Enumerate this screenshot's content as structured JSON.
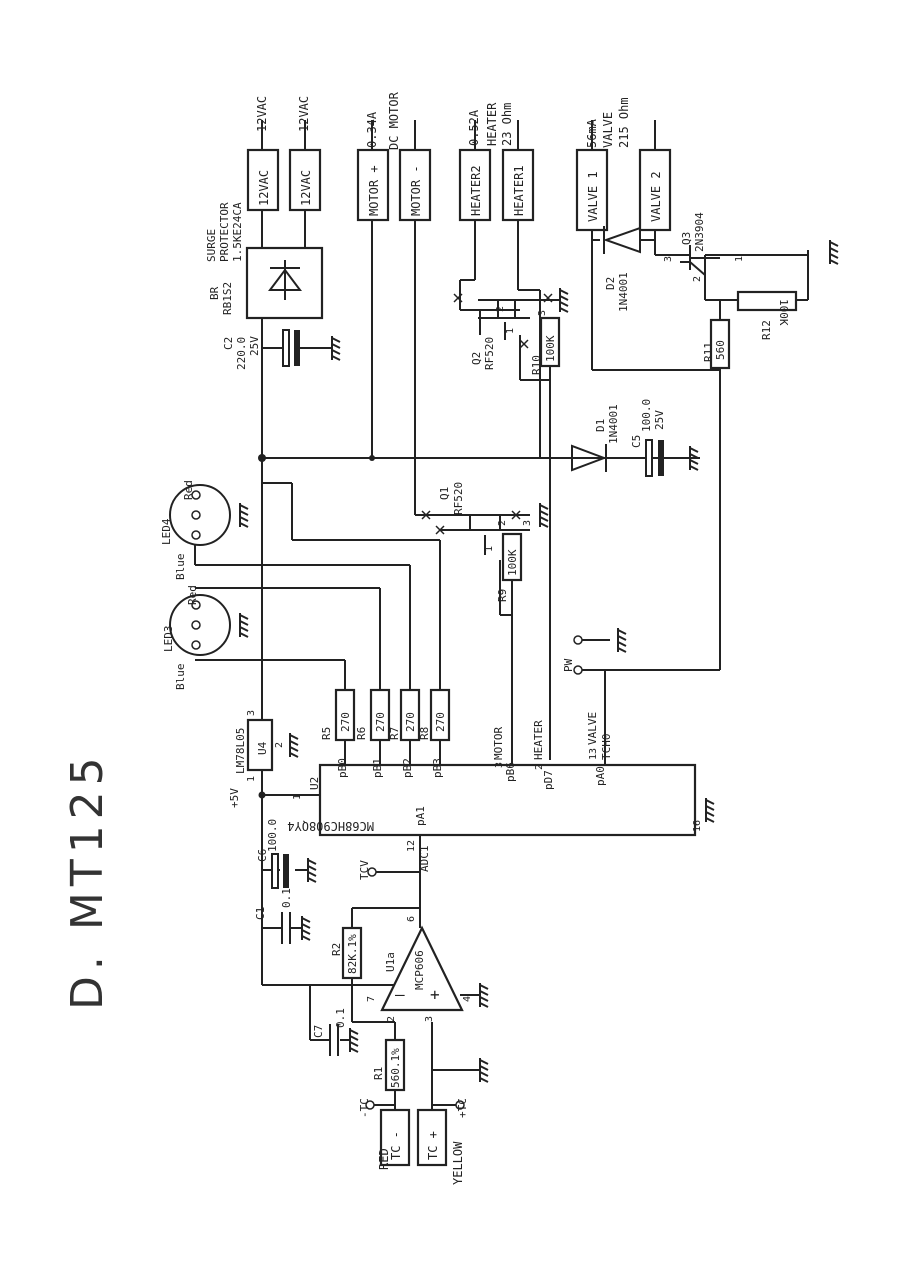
{
  "title": "D. MT125",
  "labels": {
    "ac1": "12VAC",
    "ac2": "12VAC",
    "ac1_box": "12VAC",
    "ac2_box": "12VAC",
    "surge": "SURGE",
    "protector": "PROTECTOR",
    "surge_part": "1.5KE24CA",
    "br": "BR",
    "br_part": "RB1S2",
    "c2": "C2",
    "c2_val": "220.0",
    "c2_v": "25V",
    "motor_cur": "0.34A",
    "motor_type": "DC MOTOR",
    "motor_plus": "MOTOR +",
    "motor_minus": "MOTOR -",
    "heater_cur": "0.52A",
    "heater_type": "HEATER",
    "heater_ohm": "23 Ohm",
    "heater2": "HEATER2",
    "heater1": "HEATER1",
    "valve_cur": "56mA",
    "valve_type": "VALVE",
    "valve_ohm": "215 Ohm",
    "valve1": "VALVE 1",
    "valve2": "VALVE 2",
    "q3": "Q3",
    "q3_part": "2N3904",
    "d2": "D2",
    "d2_part": "1N4001",
    "r12": "R12",
    "r12_val": "100K",
    "r11": "R11",
    "r11_val": "560",
    "q2": "Q2",
    "q2_part": "RF520",
    "r10": "R10",
    "r10_val": "100K",
    "d1": "D1",
    "d1_part": "1N4001",
    "c5": "C5",
    "c5_val": "100.0",
    "c5_v": "25V",
    "led4": "LED4",
    "led3": "LED3",
    "red": "Red",
    "blue": "Blue",
    "q1": "Q1",
    "q1_part": "RF520",
    "r9": "R9",
    "r9_val": "100K",
    "pw": "PW",
    "u4": "U4",
    "u4_part": "LM78L05",
    "plus5v": "+5V",
    "r5": "R5",
    "r6": "R6",
    "r7": "R7",
    "r8": "R8",
    "r_val": "270",
    "pb0": "pB0",
    "pb1": "pB1",
    "pb2": "pB2",
    "pb3": "pB3",
    "pb6": "pB6",
    "pd7": "pD7",
    "pa0": "pA0",
    "pa1": "pA1",
    "u2": "U2",
    "mcu": "MC68HC908QY4",
    "motor": "MOTOR",
    "heater": "HEATER",
    "valve": "VALVE",
    "tch0": "TCH0",
    "adc1": "ADC1",
    "c6": "C6",
    "c6_val": "100.0",
    "c1": "C1",
    "c1_val": "0.1",
    "tcv": "TCV",
    "r2": "R2",
    "r2_val": "82K.1%",
    "u1a": "U1a",
    "u1_part": "MCP606",
    "c7": "C7",
    "c7_val": "0.1",
    "r1": "R1",
    "r1_val": "560.1%",
    "tc_minus": "-TC",
    "tc_plus": "+TC",
    "red_wire": "RED",
    "yellow_wire": "YELLOW",
    "tc_minus_box": "TC -",
    "tc_plus_box": "TC +",
    "pin1": "1",
    "pin2": "2",
    "pin3": "3",
    "pin4": "4",
    "pin6": "6",
    "pin7": "7",
    "pin12": "12",
    "pin13": "13",
    "pin16": "16"
  }
}
